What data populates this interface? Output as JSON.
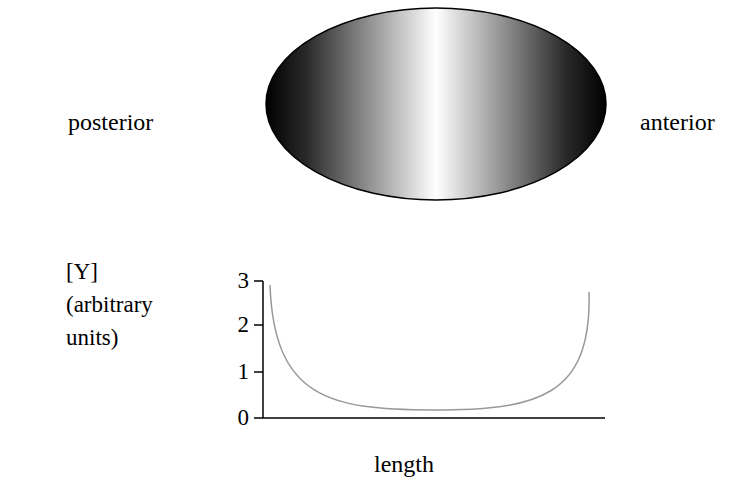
{
  "diagram": {
    "labels": [
      "posterior",
      "anterior",
      "[Y] (arbitrary units)",
      "3",
      "2",
      "1",
      "0",
      "length"
    ]
  }
}
